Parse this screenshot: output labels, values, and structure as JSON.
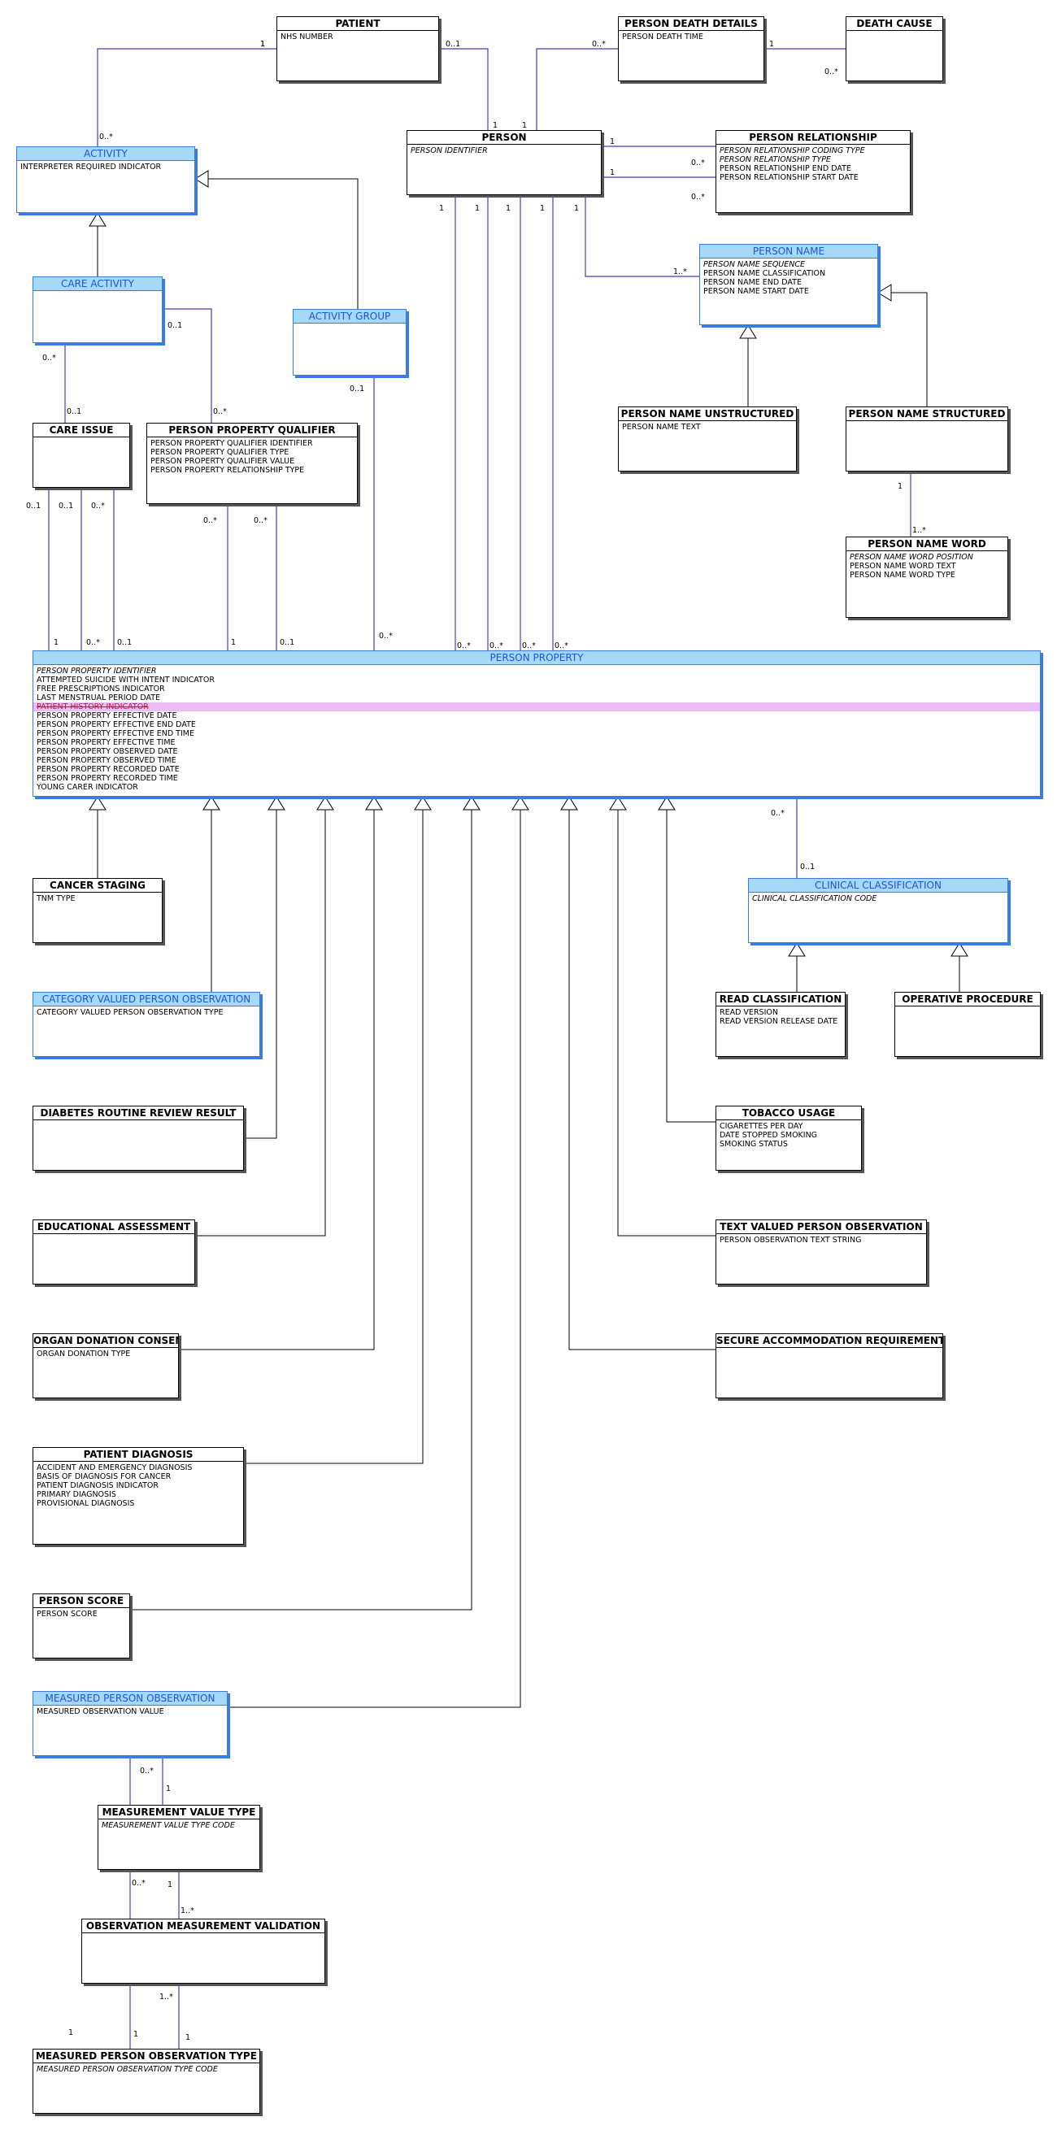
{
  "entities": [
    {
      "id": "patient",
      "name": "PATIENT",
      "blue": false,
      "attributes": [
        {
          "text": "NHS NUMBER",
          "italic": false
        }
      ]
    },
    {
      "id": "person_death_details",
      "name": "PERSON DEATH DETAILS",
      "blue": false,
      "attributes": [
        {
          "text": "PERSON DEATH TIME",
          "italic": false
        }
      ]
    },
    {
      "id": "death_cause",
      "name": "DEATH CAUSE",
      "blue": false,
      "attributes": []
    },
    {
      "id": "activity",
      "name": "ACTIVITY",
      "blue": true,
      "attributes": [
        {
          "text": "INTERPRETER REQUIRED INDICATOR",
          "italic": false
        }
      ]
    },
    {
      "id": "person",
      "name": "PERSON",
      "blue": false,
      "attributes": [
        {
          "text": "PERSON IDENTIFIER",
          "italic": true
        }
      ]
    },
    {
      "id": "person_relationship",
      "name": "PERSON RELATIONSHIP",
      "blue": false,
      "attributes": [
        {
          "text": "PERSON RELATIONSHIP CODING TYPE",
          "italic": true
        },
        {
          "text": "PERSON RELATIONSHIP TYPE",
          "italic": true
        },
        {
          "text": "PERSON RELATIONSHIP END DATE",
          "italic": false
        },
        {
          "text": "PERSON RELATIONSHIP START DATE",
          "italic": false
        }
      ]
    },
    {
      "id": "care_activity",
      "name": "CARE ACTIVITY",
      "blue": true,
      "attributes": []
    },
    {
      "id": "activity_group",
      "name": "ACTIVITY GROUP",
      "blue": true,
      "attributes": []
    },
    {
      "id": "person_name",
      "name": "PERSON NAME",
      "blue": true,
      "attributes": [
        {
          "text": "PERSON NAME SEQUENCE",
          "italic": true
        },
        {
          "text": "PERSON NAME CLASSIFICATION",
          "italic": false
        },
        {
          "text": "PERSON NAME END DATE",
          "italic": false
        },
        {
          "text": "PERSON NAME START DATE",
          "italic": false
        }
      ]
    },
    {
      "id": "care_issue",
      "name": "CARE ISSUE",
      "blue": false,
      "attributes": []
    },
    {
      "id": "person_property_qualifier",
      "name": "PERSON PROPERTY QUALIFIER",
      "blue": false,
      "attributes": [
        {
          "text": "PERSON PROPERTY QUALIFIER IDENTIFIER",
          "italic": false
        },
        {
          "text": "PERSON PROPERTY QUALIFIER TYPE",
          "italic": false
        },
        {
          "text": "PERSON PROPERTY QUALIFIER VALUE",
          "italic": false
        },
        {
          "text": "PERSON PROPERTY RELATIONSHIP TYPE",
          "italic": false
        }
      ]
    },
    {
      "id": "person_name_unstructured",
      "name": "PERSON NAME UNSTRUCTURED",
      "blue": false,
      "attributes": [
        {
          "text": "PERSON NAME TEXT",
          "italic": false
        }
      ]
    },
    {
      "id": "person_name_structured",
      "name": "PERSON NAME STRUCTURED",
      "blue": false,
      "attributes": []
    },
    {
      "id": "person_name_word",
      "name": "PERSON NAME WORD",
      "blue": false,
      "attributes": [
        {
          "text": "PERSON NAME WORD POSITION",
          "italic": true
        },
        {
          "text": "PERSON NAME WORD TEXT",
          "italic": false
        },
        {
          "text": "PERSON NAME WORD TYPE",
          "italic": false
        }
      ]
    },
    {
      "id": "person_property",
      "name": "PERSON PROPERTY",
      "blue": true,
      "attributes": [
        {
          "text": "PERSON PROPERTY IDENTIFIER",
          "italic": true
        },
        {
          "text": "ATTEMPTED SUICIDE WITH INTENT INDICATOR",
          "italic": false
        },
        {
          "text": "FREE PRESCRIPTIONS INDICATOR",
          "italic": false
        },
        {
          "text": "LAST MENSTRUAL PERIOD DATE",
          "italic": false
        },
        {
          "text": "PATIENT HISTORY INDICATOR",
          "italic": false,
          "strike": true
        },
        {
          "text": "PERSON PROPERTY EFFECTIVE DATE",
          "italic": false
        },
        {
          "text": "PERSON PROPERTY EFFECTIVE END DATE",
          "italic": false
        },
        {
          "text": "PERSON PROPERTY EFFECTIVE END TIME",
          "italic": false
        },
        {
          "text": "PERSON PROPERTY EFFECTIVE TIME",
          "italic": false
        },
        {
          "text": "PERSON PROPERTY OBSERVED DATE",
          "italic": false
        },
        {
          "text": "PERSON PROPERTY OBSERVED TIME",
          "italic": false
        },
        {
          "text": "PERSON PROPERTY RECORDED DATE",
          "italic": false
        },
        {
          "text": "PERSON PROPERTY RECORDED TIME",
          "italic": false
        },
        {
          "text": "YOUNG CARER INDICATOR",
          "italic": false
        }
      ]
    },
    {
      "id": "cancer_staging",
      "name": "CANCER STAGING",
      "blue": false,
      "attributes": [
        {
          "text": "TNM TYPE",
          "italic": false
        }
      ]
    },
    {
      "id": "clinical_classification",
      "name": "CLINICAL CLASSIFICATION",
      "blue": true,
      "attributes": [
        {
          "text": "CLINICAL CLASSIFICATION CODE",
          "italic": true
        }
      ]
    },
    {
      "id": "category_valued_person_observation",
      "name": "CATEGORY VALUED PERSON OBSERVATION",
      "blue": true,
      "attributes": [
        {
          "text": "CATEGORY VALUED PERSON OBSERVATION TYPE",
          "italic": false
        }
      ]
    },
    {
      "id": "read_classification",
      "name": "READ CLASSIFICATION",
      "blue": false,
      "attributes": [
        {
          "text": "READ VERSION",
          "italic": false
        },
        {
          "text": "READ VERSION RELEASE DATE",
          "italic": false
        }
      ]
    },
    {
      "id": "operative_procedure",
      "name": "OPERATIVE PROCEDURE",
      "blue": false,
      "attributes": []
    },
    {
      "id": "diabetes_routine_review_result",
      "name": "DIABETES ROUTINE REVIEW RESULT",
      "blue": false,
      "attributes": []
    },
    {
      "id": "tobacco_usage",
      "name": "TOBACCO USAGE",
      "blue": false,
      "attributes": [
        {
          "text": "CIGARETTES PER DAY",
          "italic": false
        },
        {
          "text": "DATE STOPPED SMOKING",
          "italic": false
        },
        {
          "text": "SMOKING STATUS",
          "italic": false
        }
      ]
    },
    {
      "id": "educational_assessment",
      "name": "EDUCATIONAL ASSESSMENT",
      "blue": false,
      "attributes": []
    },
    {
      "id": "text_valued_person_observation",
      "name": "TEXT VALUED PERSON OBSERVATION",
      "blue": false,
      "attributes": [
        {
          "text": "PERSON OBSERVATION TEXT STRING",
          "italic": false
        }
      ]
    },
    {
      "id": "organ_donation_consent",
      "name": "ORGAN DONATION CONSENT",
      "blue": false,
      "attributes": [
        {
          "text": "ORGAN DONATION TYPE",
          "italic": false
        }
      ]
    },
    {
      "id": "secure_accommodation_requirement",
      "name": "SECURE ACCOMMODATION REQUIREMENT",
      "blue": false,
      "attributes": []
    },
    {
      "id": "patient_diagnosis",
      "name": "PATIENT DIAGNOSIS",
      "blue": false,
      "attributes": [
        {
          "text": "ACCIDENT AND EMERGENCY DIAGNOSIS",
          "italic": false
        },
        {
          "text": "BASIS OF DIAGNOSIS FOR CANCER",
          "italic": false
        },
        {
          "text": "PATIENT DIAGNOSIS INDICATOR",
          "italic": false
        },
        {
          "text": "PRIMARY DIAGNOSIS",
          "italic": false
        },
        {
          "text": "PROVISIONAL DIAGNOSIS",
          "italic": false
        }
      ]
    },
    {
      "id": "person_score",
      "name": "PERSON SCORE",
      "blue": false,
      "attributes": [
        {
          "text": "PERSON SCORE",
          "italic": false
        }
      ]
    },
    {
      "id": "measured_person_observation",
      "name": "MEASURED PERSON OBSERVATION",
      "blue": true,
      "attributes": [
        {
          "text": "MEASURED OBSERVATION VALUE",
          "italic": false
        }
      ]
    },
    {
      "id": "measurement_value_type",
      "name": "MEASUREMENT VALUE TYPE",
      "blue": false,
      "attributes": [
        {
          "text": "MEASUREMENT VALUE TYPE CODE",
          "italic": true
        }
      ]
    },
    {
      "id": "observation_measurement_validation",
      "name": "OBSERVATION MEASUREMENT VALIDATION",
      "blue": false,
      "attributes": []
    },
    {
      "id": "measured_person_observation_type",
      "name": "MEASURED PERSON OBSERVATION TYPE",
      "blue": false,
      "attributes": [
        {
          "text": "MEASURED PERSON OBSERVATION TYPE CODE",
          "italic": true
        }
      ]
    }
  ],
  "cardinalities": {
    "patient_person_a": "1",
    "patient_person_b": "0..1",
    "patient_person_c": "1",
    "activity_patient_a": "1",
    "activity_patient_b": "0..*",
    "death_a": "0..*",
    "death_b": "1",
    "death_cause_a": "1",
    "death_cause_b": "0..*",
    "rel1_a": "1",
    "rel1_b": "0..*",
    "rel2_a": "1",
    "rel2_b": "0..*",
    "name_a": "1",
    "name_b": "1..*",
    "pp1": "1",
    "pp2": "1",
    "pp3": "1",
    "pp4": "1",
    "pp1b": "0..*",
    "pp2b": "0..*",
    "pp3b": "0..*",
    "pp4b": "0..*",
    "care_qual_a": "0..1",
    "care_qual_b": "0..*",
    "care_issue_a": "0..*",
    "care_issue_b": "0..1",
    "ci1_a": "0..1",
    "ci1_b": "1",
    "ci2_a": "0..1",
    "ci2_b": "0..*",
    "ci3_a": "0..*",
    "ci3_b": "0..1",
    "q1_a": "0..*",
    "q1_b": "1",
    "q2_a": "0..*",
    "q2_b": "0..1",
    "ag_a": "0..1",
    "ag_b": "0..*",
    "nw_a": "1",
    "nw_b": "1..*",
    "clin_a": "0..*",
    "clin_b": "0..1",
    "mvt_a": "0..*",
    "mvt_b": "1",
    "omv_a": "0..*",
    "omv_b": "1",
    "omv_c": "1..*",
    "mpot_a": "1..*",
    "mpot_b": "1",
    "mpot_c": "1",
    "mpot_d": "1"
  }
}
